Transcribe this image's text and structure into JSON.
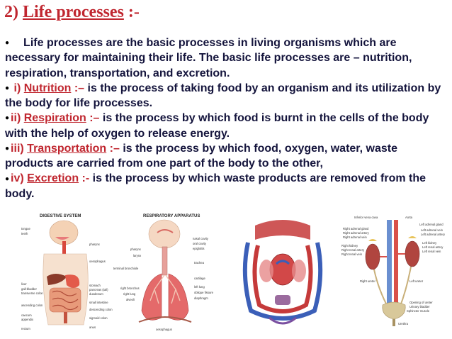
{
  "title": {
    "prefix": "2) ",
    "main": "Life processes",
    "suffix": " :-"
  },
  "intro": "Life processes are the basic processes in living organisms which are necessary for maintaining their life. The basic life processes are – nutrition, respiration, transportation, and excretion.",
  "items": [
    {
      "num": "i)",
      "term": "Nutrition",
      "sep": ":–",
      "text": "is the process of taking food by an organism and its utilization by the body for life processes."
    },
    {
      "num": "ii)",
      "term": "Respiration",
      "sep": ":–",
      "text": "is the process by which food is burnt in the cells of the body with the help of oxygen to release energy."
    },
    {
      "num": "iii)",
      "term": "Transportation",
      "sep": ":–",
      "text": "is the process by which food, oxygen, water, waste products are carried from one part of the body to the other,"
    },
    {
      "num": "iv)",
      "term": "Excretion",
      "sep": ":-",
      "text": "is the process by which waste products are removed from the body."
    }
  ],
  "figures": {
    "digestive": {
      "title": "DIGESTIVE SYSTEM",
      "labels": [
        "tongue",
        "teeth",
        "pharynx",
        "oesophagus",
        "liver",
        "gall-bladder",
        "transverse colon",
        "ascending colon",
        "caecum",
        "appendix",
        "rectum",
        "stomach",
        "pancreas (tail)",
        "duodenum",
        "small intestine",
        "descending colon",
        "sigmoid colon",
        "anus"
      ]
    },
    "respiratory": {
      "title": "RESPIRATORY APPARATUS",
      "labels": [
        "nasal cavity",
        "oral cavity",
        "epiglottis",
        "pharynx",
        "larynx",
        "trachea",
        "terminal bronchiole",
        "cartilage",
        "right bronchus",
        "left lung",
        "right lung",
        "oblique fissure",
        "alveoli",
        "diaphragm",
        "oesophagus"
      ]
    },
    "circulatory": {
      "labels": []
    },
    "excretory": {
      "labels": [
        "Inferior vena cava",
        "Aorta",
        "Left adrenal gland",
        "Right adrenal gland",
        "Left adrenal vein",
        "Right adrenal artery",
        "Left adrenal artery",
        "Right adrenal vein",
        "Left kidney",
        "Right kidney",
        "Left renal artery",
        "Right renal artery",
        "Left renal vein",
        "Right renal vein",
        "Right ureter",
        "Left ureter",
        "Opening of ureter",
        "Urinary bladder",
        "Sphincter muscle",
        "Urethra"
      ]
    }
  }
}
